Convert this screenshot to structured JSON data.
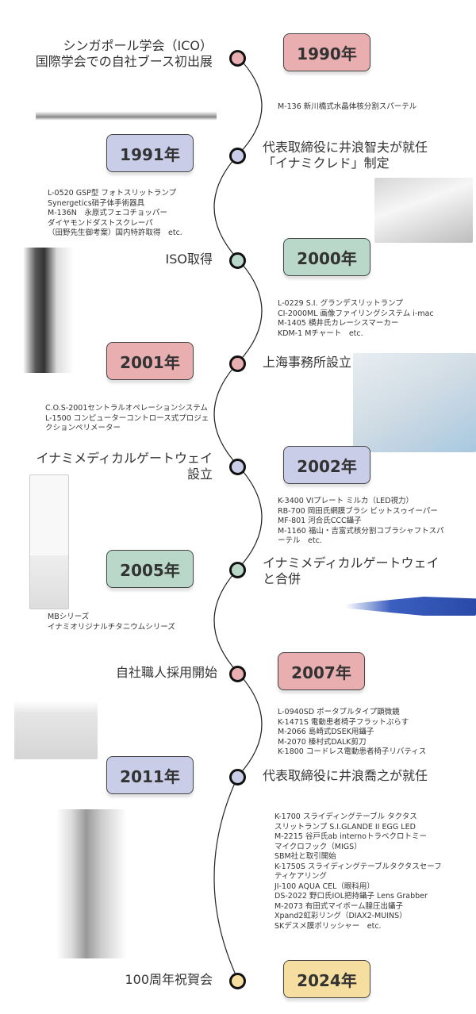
{
  "colors": {
    "pink": "#e9aeb0",
    "lavender": "#c9cde8",
    "green": "#b9d8c9",
    "yellow": "#f5dea0"
  },
  "timeline": [
    {
      "year": "1990年",
      "event": "シンガポール学会（ICO）\n国際学会での自社ブース初出展",
      "items": "M-136 新川橋式水晶体核分割スパーテル",
      "image": "spatula-instrument"
    },
    {
      "year": "1991年",
      "event": "代表取締役に井浪智夫が就任\n「イナミクレド」制定",
      "items": "L-0520 GSP型 フォトスリットランプ\nSynergetics硝子体手術器具\nM-136N　永原式フェコチョッパー\nダイヤモンドダストスクレーパ\n（田野先生御考案）国内特許取得　etc.",
      "image": "device-photo"
    },
    {
      "year": "2000年",
      "event": "ISO取得",
      "items": "L-0229 S.I. グランデスリットランプ\nCI-2000ML 画像ファイリングシステム i-mac\nM-1405 横井氏カレーシスマーカー\nKDM-1 Mチャート　etc.",
      "image": "slit-lamp-photo"
    },
    {
      "year": "2001年",
      "event": "上海事務所設立",
      "items": "C.O.S-2001セントラルオペレーションシステム\nL-1500 コンピューターコントロース式プロジェ\nクションペリメーター",
      "image": "operation-system-photo"
    },
    {
      "year": "2002年",
      "event": "イナミメディカルゲートウェイ\n設立",
      "items": "K-3400 VIプレート ミルカ（LED視力）\nRB-700 岡田氏網膜ブラシ ビットスゥイーパー\nMF-801 河合氏CCC鑷子\nM-1160 福山・吉富式核分割コブラシャフトスパ\nーテル　etc.",
      "image": "eye-chart-photo"
    },
    {
      "year": "2005年",
      "event": "イナミメディカルゲートウェイ\nと合併",
      "items": "MBシリーズ\nイナミオリジナルチタニウムシリーズ",
      "image": "forceps-photo"
    },
    {
      "year": "2007年",
      "event": "自社職人採用開始",
      "items": "L-0940SD ポータブルタイプ顕微鏡\nK-1471S 電動患者椅子フラットぷらす\nM-2066 島崎式DSEK用鑷子\nM-2070 榛村式DALK剪刀\nK-1800 コードレス電動患者椅子リバティス",
      "image": "microscope-photo"
    },
    {
      "year": "2011年",
      "event": "代表取締役に井浪喬之が就任",
      "items": "K-1700 スライディングテーブル タクタス\nスリットランプ S.I.GLANDE II EGG LED\nM-2215 谷戸氏ab internoトラベクロトミー\nマイクロフック（MIGS）\nSBM社と取引開始\nK-1750S スライディングテーブルタクタスセーフ\nティケアリング\nJI-100 AQUA CEL（眼科用）\nDS-2022 野口氏IOL把持鑷子 Lens Grabber\nM-2073 有田式マイボーム腺圧出鑷子\nXpand2虹彩リング（DIAX2-MUINS）\nSKデスメ膜ポリッシャー　etc.",
      "image": "slit-lamp-photo"
    },
    {
      "year": "2024年",
      "event": "100周年祝賀会"
    }
  ]
}
